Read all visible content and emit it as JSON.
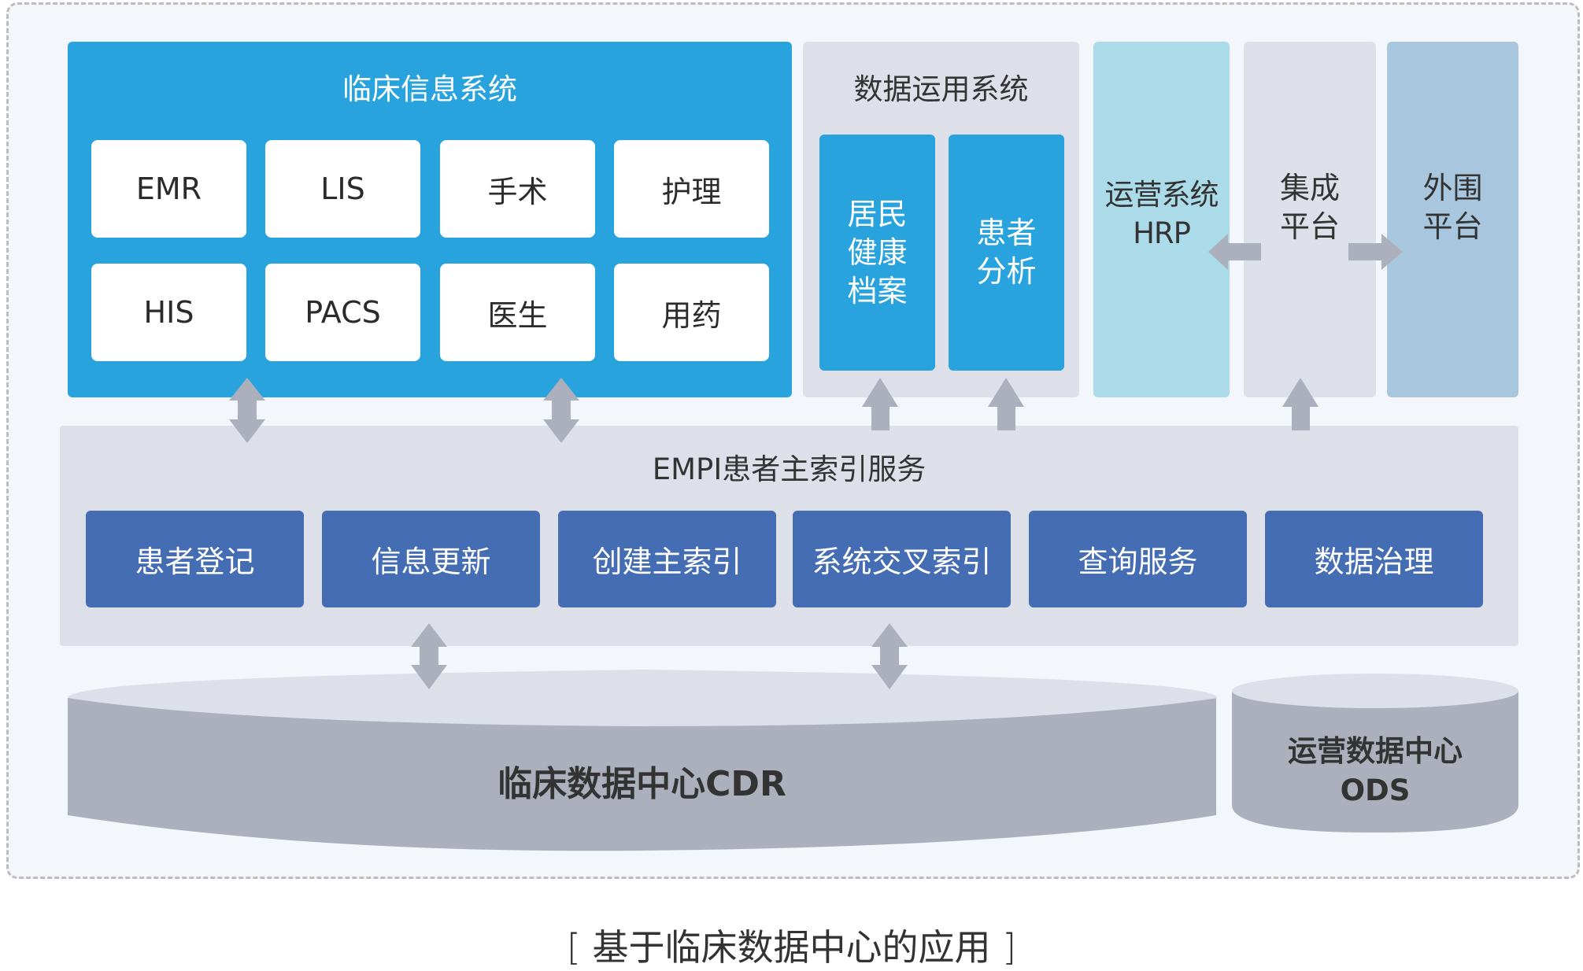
{
  "clinical_system": {
    "title": "临床信息系统",
    "modules": [
      "EMR",
      "LIS",
      "手术",
      "护理",
      "HIS",
      "PACS",
      "医生",
      "用药"
    ]
  },
  "data_use_system": {
    "title": "数据运用系统",
    "modules": [
      "居民\n健康\n档案",
      "患者\n分析"
    ]
  },
  "operations_system": {
    "label": "运营系统\nHRP"
  },
  "integration_platform": {
    "label": "集成\n平台"
  },
  "external_platform": {
    "label": "外围\n平台"
  },
  "empi": {
    "title": "EMPI患者主索引服务",
    "services": [
      "患者登记",
      "信息更新",
      "创建主索引",
      "系统交叉索引",
      "查询服务",
      "数据治理"
    ]
  },
  "cdr": {
    "label": "临床数据中心CDR"
  },
  "ods": {
    "label": "运营数据中心\nODS"
  },
  "caption": "[ 基于临床数据中心的应用 ]",
  "colors": {
    "clinical_blue": "#29a3de",
    "panel_gray": "#dde0e8",
    "hrp_cyan": "#abdbe9",
    "external_blue": "#a8c7de",
    "service_blue": "#456db3",
    "arrow_gray": "#abb0bc",
    "cylinder_body": "#abb0bc",
    "cylinder_top": "#dde0e8",
    "frame_bg": "#f3f6fb"
  }
}
